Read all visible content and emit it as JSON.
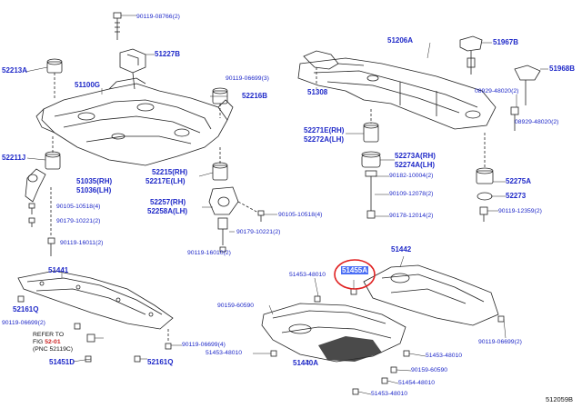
{
  "labels": {
    "p90119_08766": "90119-08766",
    "q90119_08766": "(2)",
    "p51227B": "51227B",
    "p52213A": "52213A",
    "p51100G": "51100G",
    "p90119_06699_3": "90119-06699",
    "q90119_06699_3": "(3)",
    "p52216B": "52216B",
    "p52211J": "52211J",
    "p51035": "51035(RH)",
    "p51036": "51036(LH)",
    "p52215": "52215(RH)",
    "p52217E": "52217E(LH)",
    "p90105_10518_4": "90105-10518",
    "q90105_10518_4": "(4)",
    "p90179_10221_a": "90179-10221",
    "q90179_10221_a": "(2)",
    "p52257": "52257(RH)",
    "p52258A": "52258A(LH)",
    "p90105_10518_b": "90105-10518",
    "q90105_10518_b": "(4)",
    "p90119_16011": "90119-16011",
    "q90119_16011": "(2)",
    "p90119_16010": "90119-16010",
    "q90119_16010": "(2)",
    "p90179_10221_b": "90179-10221",
    "q90179_10221_b": "(2)",
    "p51206A": "51206A",
    "p51967B": "51967B",
    "p51968B": "51968B",
    "p51308": "51308",
    "p08929_48020_a": "08929-48020",
    "q08929_48020_a": "(2)",
    "p08929_48020_b": "08929-48020",
    "q08929_48020_b": "(2)",
    "p52271E": "52271E(RH)",
    "p52272A": "52272A(LH)",
    "p52273A": "52273A(RH)",
    "p52274A": "52274A(LH)",
    "p90182_10004": "90182-10004",
    "q90182_10004": "(2)",
    "p90109_12078": "90109-12078",
    "q90109_12078": "(2)",
    "p90178_12014": "90178-12014",
    "q90178_12014": "(2)",
    "p52275A": "52275A",
    "p52273": "52273",
    "p90119_12359": "90119-12359",
    "q90119_12359": "(2)",
    "p51441": "51441",
    "p52161Q_a": "52161Q",
    "p90119_06699_2a": "90119-06699",
    "q90119_06699_2a": "(2)",
    "refer_to": "REFER TO",
    "fig": "FIG",
    "fig_ref": "52-01",
    "pnc": "(PNC 52119C)",
    "p51451D": "51451D",
    "p90119_06699_4": "90119-06699",
    "q90119_06699_4": "(4)",
    "p52161Q_b": "52161Q",
    "p51453_48010_a": "51453-48010",
    "p51455A": "51455A",
    "p51442": "51442",
    "p90159_60590_a": "90159-60590",
    "p51453_48010_b": "51453-48010",
    "p51440A": "51440A",
    "p51453_48010_c": "51453-48010",
    "p90159_60590_b": "90159-60590",
    "p51454_48010": "51454-48010",
    "p51453_48010_d": "51453-48010",
    "p90119_06699_2b": "90119-06699",
    "q90119_06699_2b": "(2)",
    "diagram_id": "512059B"
  },
  "colors": {
    "label": "#1e28c8",
    "highlight": "#4a6ef5",
    "highlight_ring": "#e02020",
    "reference": "#cc1f1f",
    "line": "#222222"
  }
}
